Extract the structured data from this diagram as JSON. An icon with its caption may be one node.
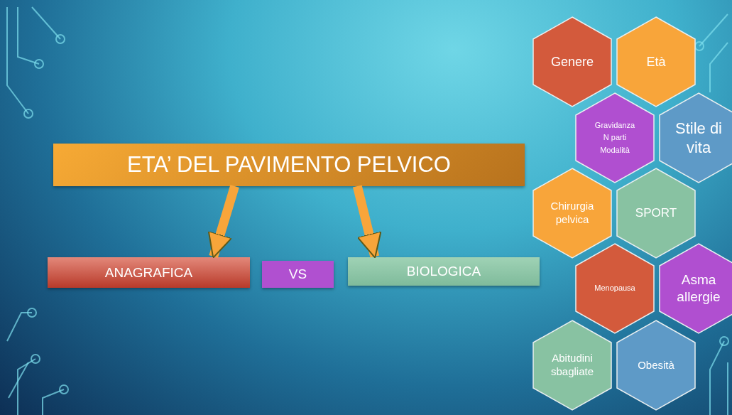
{
  "diagram": {
    "nodes": [
      {
        "text": [
          "ETA’ DEL PAVIMENTO PELVICO"
        ]
      },
      {
        "text": [
          "ANAGRAFICA"
        ]
      },
      {
        "text": [
          "VS"
        ]
      },
      {
        "text": [
          "BIOLOGICA"
        ]
      },
      {
        "text": [
          "Genere"
        ]
      },
      {
        "text": [
          "Età"
        ]
      },
      {
        "text": [
          "Gravidanza N parti Modalità"
        ]
      },
      {
        "text": [
          "Stile di vita"
        ]
      },
      {
        "text": [
          "Chirurgia pelvica"
        ]
      },
      {
        "text": [
          "SPORT"
        ]
      },
      {
        "text": [
          "Menopausa"
        ]
      },
      {
        "text": [
          "Asma allergie"
        ]
      },
      {
        "text": [
          "Abitudini sbagliate"
        ]
      },
      {
        "text": [
          "Obesità"
        ]
      }
    ],
    "edges": [
      {
        "from": 0,
        "to": 1,
        "arrow": "to"
      },
      {
        "from": 0,
        "to": 3,
        "arrow": "to"
      }
    ]
  }
}
